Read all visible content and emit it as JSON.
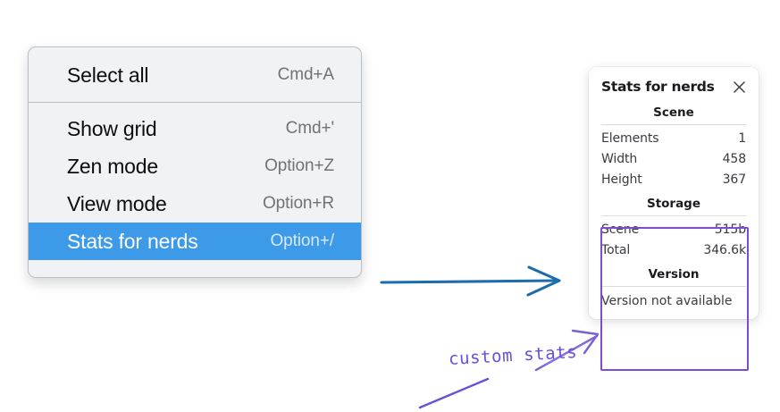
{
  "context_menu": {
    "name": "canvas-context-menu",
    "groups": [
      {
        "items": [
          {
            "label": "Select all",
            "shortcut": "Cmd+A",
            "selected": false
          }
        ]
      },
      {
        "items": [
          {
            "label": "Show grid",
            "shortcut": "Cmd+'",
            "selected": false
          },
          {
            "label": "Zen mode",
            "shortcut": "Option+Z",
            "selected": false
          },
          {
            "label": "View mode",
            "shortcut": "Option+R",
            "selected": false
          },
          {
            "label": "Stats for nerds",
            "shortcut": "Option+/",
            "selected": true
          }
        ]
      }
    ],
    "highlight_color": "#3d9ae8",
    "background_color": "#f1f2f4"
  },
  "stats_panel": {
    "title": "Stats for nerds",
    "close_icon": "close-icon",
    "sections": [
      {
        "heading": "Scene",
        "rows": [
          {
            "key": "Elements",
            "value": "1"
          },
          {
            "key": "Width",
            "value": "458"
          },
          {
            "key": "Height",
            "value": "367"
          }
        ]
      },
      {
        "heading": "Storage",
        "rows": [
          {
            "key": "Scene",
            "value": "515b"
          },
          {
            "key": "Total",
            "value": "346.6k"
          }
        ]
      },
      {
        "heading": "Version",
        "note": "Version not available",
        "rows": []
      }
    ]
  },
  "annotations": {
    "blue_arrow": {
      "name": "blue-arrow",
      "color": "#1f6cab"
    },
    "purple_highlight_box": {
      "name": "purple-highlight-box",
      "color": "#7c4dd4"
    },
    "handwritten_label": {
      "text": "custom stats",
      "color": "#6b4fd8"
    },
    "purple_arrow": {
      "name": "purple-arrow",
      "color": "#7c5fd8"
    },
    "purple_underline": {
      "name": "purple-underline-stroke",
      "color": "#6b4fd8"
    }
  }
}
